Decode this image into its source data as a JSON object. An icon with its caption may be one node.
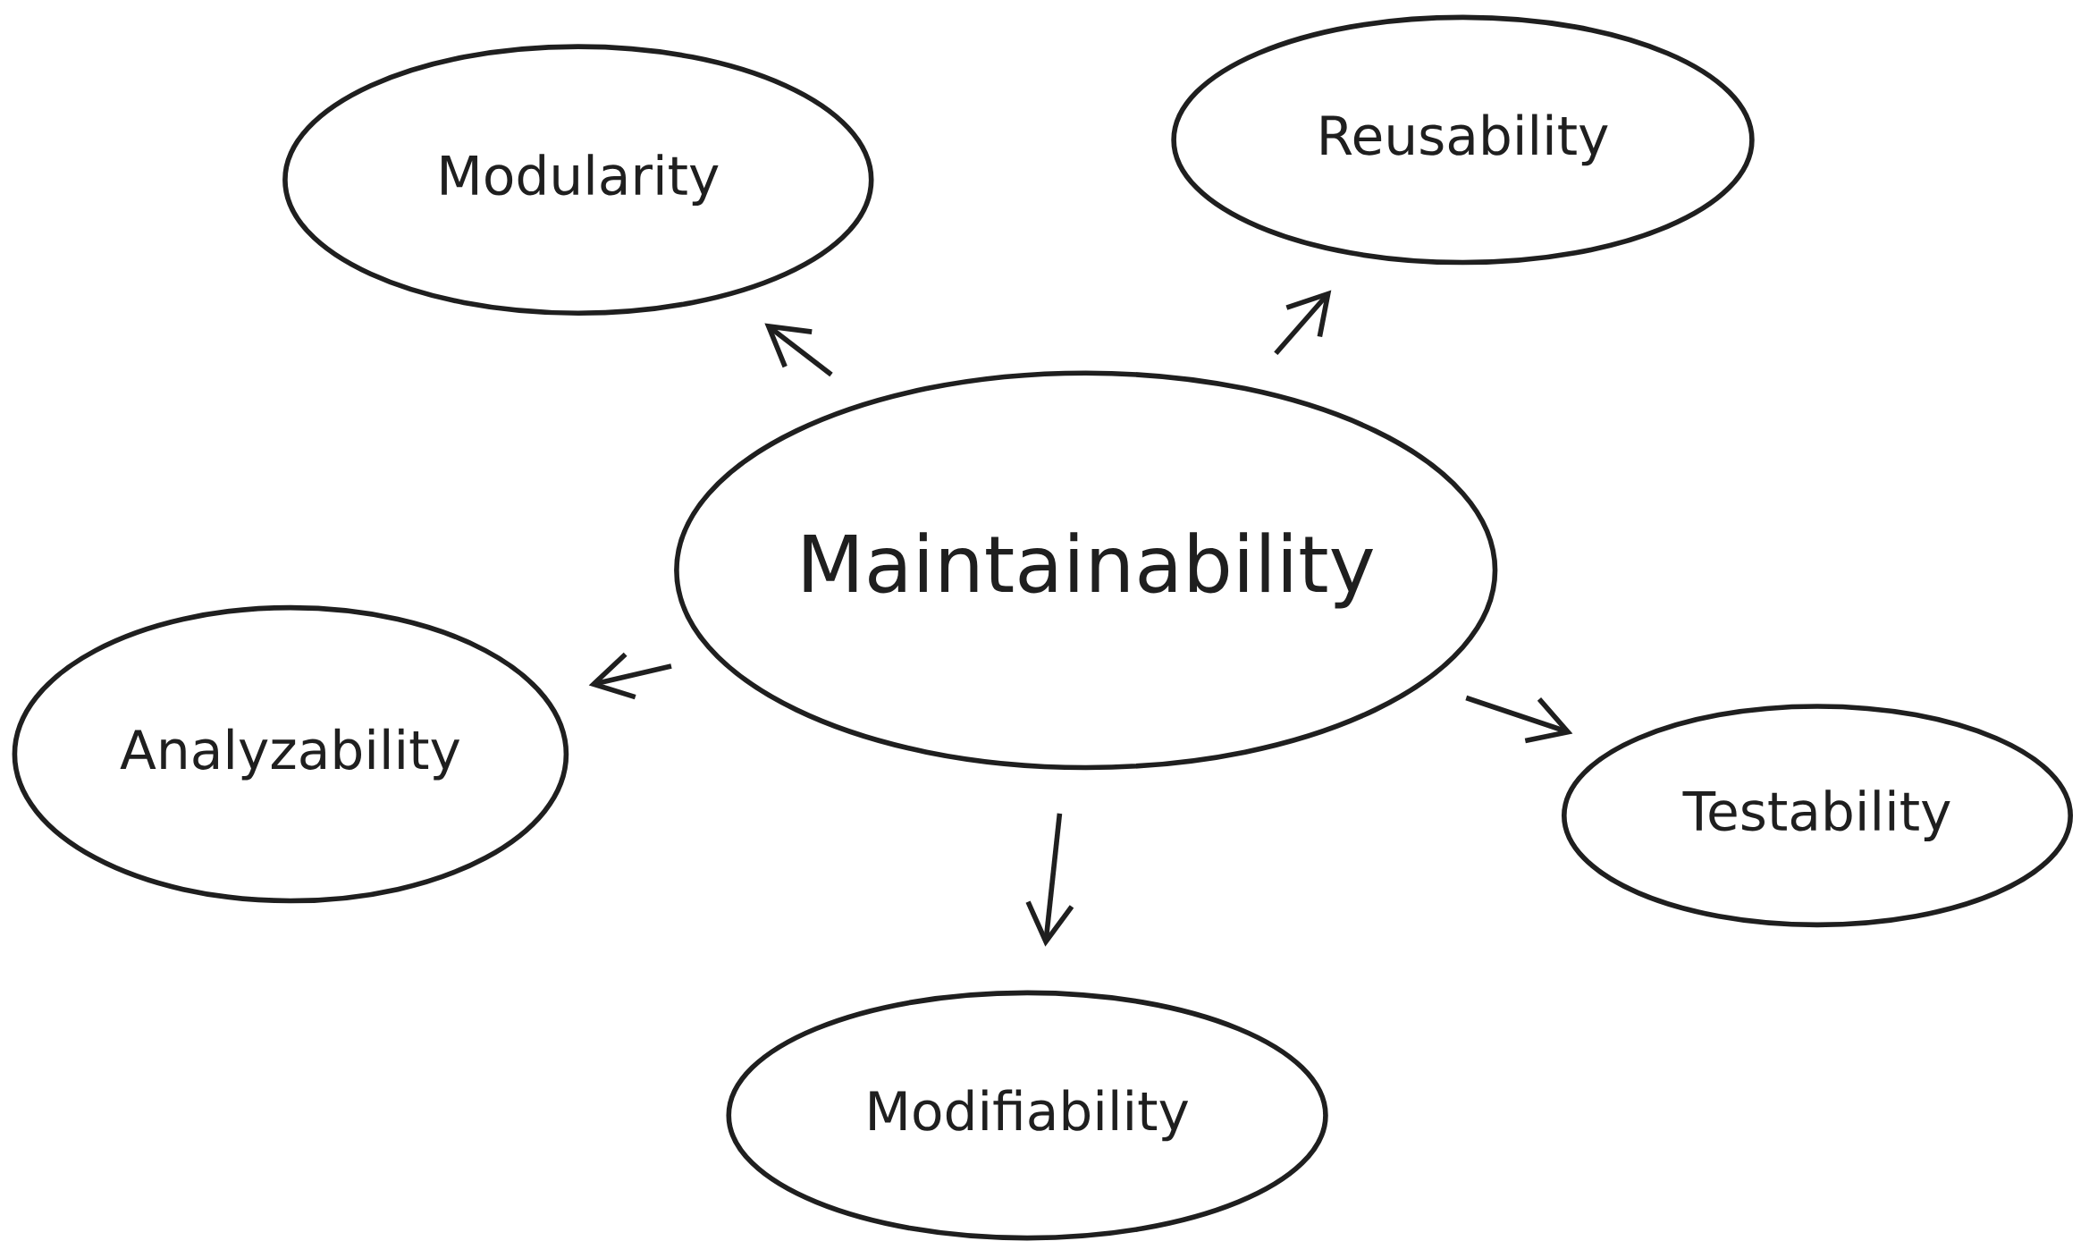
{
  "diagram": {
    "nodes": [
      {
        "text": [
          "Maintainability"
        ]
      },
      {
        "text": [
          "Modularity"
        ]
      },
      {
        "text": [
          "Reusability"
        ]
      },
      {
        "text": [
          "Analyzability"
        ]
      },
      {
        "text": [
          "Testability"
        ]
      },
      {
        "text": [
          "Modifiability"
        ]
      }
    ],
    "edges": [
      {
        "from": 0,
        "to": 1,
        "arrow": "to"
      },
      {
        "from": 0,
        "to": 2,
        "arrow": "to"
      },
      {
        "from": 0,
        "to": 3,
        "arrow": "to"
      },
      {
        "from": 0,
        "to": 4,
        "arrow": "to"
      },
      {
        "from": 0,
        "to": 5,
        "arrow": "to"
      }
    ]
  }
}
